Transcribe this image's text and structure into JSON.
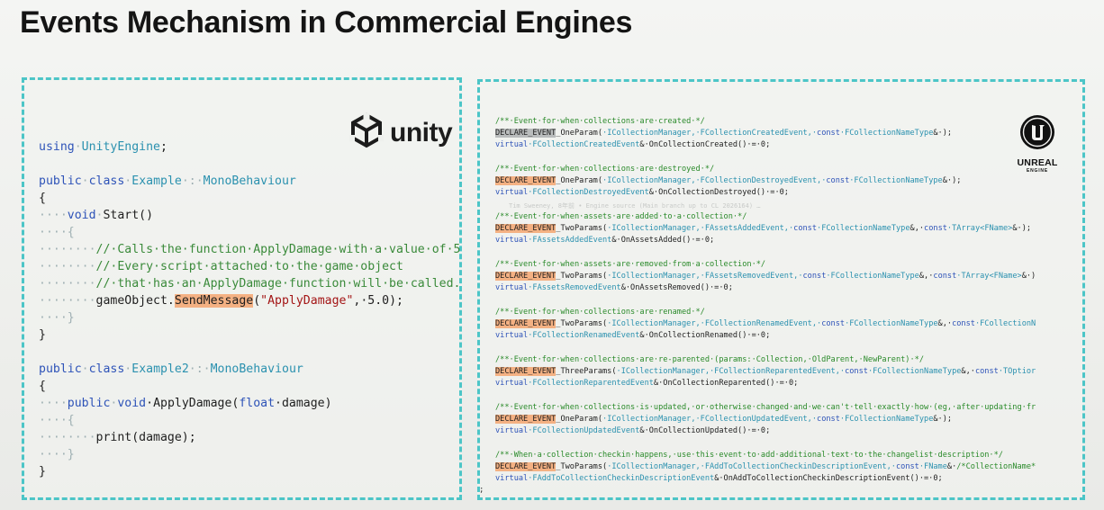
{
  "title": "Events Mechanism in Commercial Engines",
  "unity": {
    "logo_icon": "unity-cube-icon",
    "logo_text": "unity",
    "code": [
      [],
      [
        {
          "t": "using",
          "c": "kw"
        },
        {
          "t": "·",
          "c": "ws"
        },
        {
          "t": "UnityEngine",
          "c": "ty"
        },
        {
          "t": ";"
        }
      ],
      [],
      [
        {
          "t": "public",
          "c": "kw"
        },
        {
          "t": "·",
          "c": "ws"
        },
        {
          "t": "class",
          "c": "kw"
        },
        {
          "t": "·",
          "c": "ws"
        },
        {
          "t": "Example",
          "c": "ty"
        },
        {
          "t": "·:·",
          "c": "ws"
        },
        {
          "t": "MonoBehaviour",
          "c": "ty"
        }
      ],
      [
        {
          "t": "{"
        }
      ],
      [
        {
          "t": "····",
          "c": "ws"
        },
        {
          "t": "void",
          "c": "kw"
        },
        {
          "t": "·",
          "c": "ws"
        },
        {
          "t": "Start()"
        }
      ],
      [
        {
          "t": "····{",
          "c": "ws"
        }
      ],
      [
        {
          "t": "········",
          "c": "ws"
        },
        {
          "t": "//·Calls·the·function·ApplyDamage·with·a·value·of·5",
          "c": "cm"
        }
      ],
      [
        {
          "t": "········",
          "c": "ws"
        },
        {
          "t": "//·Every·script·attached·to·the·game·object",
          "c": "cm"
        }
      ],
      [
        {
          "t": "········",
          "c": "ws"
        },
        {
          "t": "//·that·has·an·ApplyDamage·function·will·be·called.",
          "c": "cm"
        }
      ],
      [
        {
          "t": "········",
          "c": "ws"
        },
        {
          "t": "gameObject."
        },
        {
          "t": "SendMessage",
          "c": "hl"
        },
        {
          "t": "("
        },
        {
          "t": "\"ApplyDamage\"",
          "c": "st"
        },
        {
          "t": ",·5.0);"
        }
      ],
      [
        {
          "t": "····}",
          "c": "ws"
        }
      ],
      [
        {
          "t": "}"
        }
      ],
      [],
      [
        {
          "t": "public",
          "c": "kw"
        },
        {
          "t": "·",
          "c": "ws"
        },
        {
          "t": "class",
          "c": "kw"
        },
        {
          "t": "·",
          "c": "ws"
        },
        {
          "t": "Example2",
          "c": "ty"
        },
        {
          "t": "·:·",
          "c": "ws"
        },
        {
          "t": "MonoBehaviour",
          "c": "ty"
        }
      ],
      [
        {
          "t": "{"
        }
      ],
      [
        {
          "t": "····",
          "c": "ws"
        },
        {
          "t": "public",
          "c": "kw"
        },
        {
          "t": "·",
          "c": "ws"
        },
        {
          "t": "void",
          "c": "kw"
        },
        {
          "t": "·ApplyDamage("
        },
        {
          "t": "float",
          "c": "kw"
        },
        {
          "t": "·damage)"
        }
      ],
      [
        {
          "t": "····{",
          "c": "ws"
        }
      ],
      [
        {
          "t": "········",
          "c": "ws"
        },
        {
          "t": "print(damage);"
        }
      ],
      [
        {
          "t": "····}",
          "c": "ws"
        }
      ],
      [
        {
          "t": "}"
        }
      ]
    ]
  },
  "unreal": {
    "logo_icon": "unreal-engine-logo-icon",
    "logo_text": "UNREAL",
    "logo_subtext": "ENGINE",
    "tooltip": "Tim Sweeney, 8年前 • Engine source (Main branch up to CL 2026164) …",
    "code": [
      [
        [
          {
            "t": "/**·Event·for·when·collections·are·created·*/",
            "c": "rc"
          }
        ],
        [
          {
            "t": "DECLARE_EVENT",
            "c": "decl gray"
          },
          {
            "t": "_OneParam("
          },
          {
            "t": "·ICollectionManager,·FCollectionCreatedEvent,·",
            "c": "rt"
          },
          {
            "t": "const",
            "c": "rk"
          },
          {
            "t": "·FCollectionNameType",
            "c": "rt"
          },
          {
            "t": "&·);"
          }
        ],
        [
          {
            "t": "virtual",
            "c": "rk"
          },
          {
            "t": "·FCollectionCreatedEvent",
            "c": "rt"
          },
          {
            "t": "&·OnCollectionCreated()·=·0;"
          }
        ]
      ],
      [
        [
          {
            "t": "/**·Event·for·when·collections·are·destroyed·*/",
            "c": "rc"
          }
        ],
        [
          {
            "t": "DECLARE_EVENT",
            "c": "decl"
          },
          {
            "t": "_OneParam("
          },
          {
            "t": "·ICollectionManager,·FCollectionDestroyedEvent,·",
            "c": "rt"
          },
          {
            "t": "const",
            "c": "rk"
          },
          {
            "t": "·FCollectionNameType",
            "c": "rt"
          },
          {
            "t": "&·);"
          }
        ],
        [
          {
            "t": "virtual",
            "c": "rk"
          },
          {
            "t": "·FCollectionDestroyedEvent",
            "c": "rt"
          },
          {
            "t": "&·OnCollectionDestroyed()·=·0;"
          }
        ]
      ],
      [
        [
          {
            "t": "/**·Event·for·when·assets·are·added·to·a·collection·*/",
            "c": "rc"
          }
        ],
        [
          {
            "t": "DECLARE_EVENT",
            "c": "decl"
          },
          {
            "t": "_TwoParams("
          },
          {
            "t": "·ICollectionManager,·FAssetsAddedEvent,·",
            "c": "rt"
          },
          {
            "t": "const",
            "c": "rk"
          },
          {
            "t": "·FCollectionNameType",
            "c": "rt"
          },
          {
            "t": "&,·"
          },
          {
            "t": "const",
            "c": "rk"
          },
          {
            "t": "·TArray<FName>",
            "c": "rt"
          },
          {
            "t": "&·);"
          }
        ],
        [
          {
            "t": "virtual",
            "c": "rk"
          },
          {
            "t": "·FAssetsAddedEvent",
            "c": "rt"
          },
          {
            "t": "&·OnAssetsAdded()·=·0;"
          }
        ]
      ],
      [
        [
          {
            "t": "/**·Event·for·when·assets·are·removed·from·a·collection·*/",
            "c": "rc"
          }
        ],
        [
          {
            "t": "DECLARE_EVENT",
            "c": "decl"
          },
          {
            "t": "_TwoParams("
          },
          {
            "t": "·ICollectionManager,·FAssetsRemovedEvent,·",
            "c": "rt"
          },
          {
            "t": "const",
            "c": "rk"
          },
          {
            "t": "·FCollectionNameType",
            "c": "rt"
          },
          {
            "t": "&,·"
          },
          {
            "t": "const",
            "c": "rk"
          },
          {
            "t": "·TArray<FName>",
            "c": "rt"
          },
          {
            "t": "&·)"
          }
        ],
        [
          {
            "t": "virtual",
            "c": "rk"
          },
          {
            "t": "·FAssetsRemovedEvent",
            "c": "rt"
          },
          {
            "t": "&·OnAssetsRemoved()·=·0;"
          }
        ]
      ],
      [
        [
          {
            "t": "/**·Event·for·when·collections·are·renamed·*/",
            "c": "rc"
          }
        ],
        [
          {
            "t": "DECLARE_EVENT",
            "c": "decl"
          },
          {
            "t": "_TwoParams("
          },
          {
            "t": "·ICollectionManager,·FCollectionRenamedEvent,·",
            "c": "rt"
          },
          {
            "t": "const",
            "c": "rk"
          },
          {
            "t": "·FCollectionNameType",
            "c": "rt"
          },
          {
            "t": "&,·"
          },
          {
            "t": "const",
            "c": "rk"
          },
          {
            "t": "·FCollectionN",
            "c": "rt"
          }
        ],
        [
          {
            "t": "virtual",
            "c": "rk"
          },
          {
            "t": "·FCollectionRenamedEvent",
            "c": "rt"
          },
          {
            "t": "&·OnCollectionRenamed()·=·0;"
          }
        ]
      ],
      [
        [
          {
            "t": "/**·Event·for·when·collections·are·re-parented·(params:·Collection,·OldParent,·NewParent)·*/",
            "c": "rc"
          }
        ],
        [
          {
            "t": "DECLARE_EVENT",
            "c": "decl"
          },
          {
            "t": "_ThreeParams("
          },
          {
            "t": "·ICollectionManager,·FCollectionReparentedEvent,·",
            "c": "rt"
          },
          {
            "t": "const",
            "c": "rk"
          },
          {
            "t": "·FCollectionNameType",
            "c": "rt"
          },
          {
            "t": "&,·"
          },
          {
            "t": "const",
            "c": "rk"
          },
          {
            "t": "·TOptior",
            "c": "rt"
          }
        ],
        [
          {
            "t": "virtual",
            "c": "rk"
          },
          {
            "t": "·FCollectionReparentedEvent",
            "c": "rt"
          },
          {
            "t": "&·OnCollectionReparented()·=·0;"
          }
        ]
      ],
      [
        [
          {
            "t": "/**·Event·for·when·collections·is·updated,·or·otherwise·changed·and·we·can't·tell·exactly·how·(eg,·after·updating·fr",
            "c": "rc"
          }
        ],
        [
          {
            "t": "DECLARE_EVENT",
            "c": "decl"
          },
          {
            "t": "_OneParam("
          },
          {
            "t": "·ICollectionManager,·FCollectionUpdatedEvent,·",
            "c": "rt"
          },
          {
            "t": "const",
            "c": "rk"
          },
          {
            "t": "·FCollectionNameType",
            "c": "rt"
          },
          {
            "t": "&·);"
          }
        ],
        [
          {
            "t": "virtual",
            "c": "rk"
          },
          {
            "t": "·FCollectionUpdatedEvent",
            "c": "rt"
          },
          {
            "t": "&·OnCollectionUpdated()·=·0;"
          }
        ]
      ],
      [
        [
          {
            "t": "/**·When·a·collection·checkin·happens,·use·this·event·to·add·additional·text·to·the·changelist·description·*/",
            "c": "rc"
          }
        ],
        [
          {
            "t": "DECLARE_EVENT",
            "c": "decl"
          },
          {
            "t": "_TwoParams("
          },
          {
            "t": "·ICollectionManager,·FAddToCollectionCheckinDescriptionEvent,·",
            "c": "rt"
          },
          {
            "t": "const",
            "c": "rk"
          },
          {
            "t": "·FName",
            "c": "rt"
          },
          {
            "t": "&·"
          },
          {
            "t": "/*CollectionName*",
            "c": "rc"
          }
        ],
        [
          {
            "t": "virtual",
            "c": "rk"
          },
          {
            "t": "·FAddToCollectionCheckinDescriptionEvent",
            "c": "rt"
          },
          {
            "t": "&·OnAddToCollectionCheckinDescriptionEvent()·=·0;"
          }
        ]
      ]
    ],
    "trailing": ";"
  }
}
